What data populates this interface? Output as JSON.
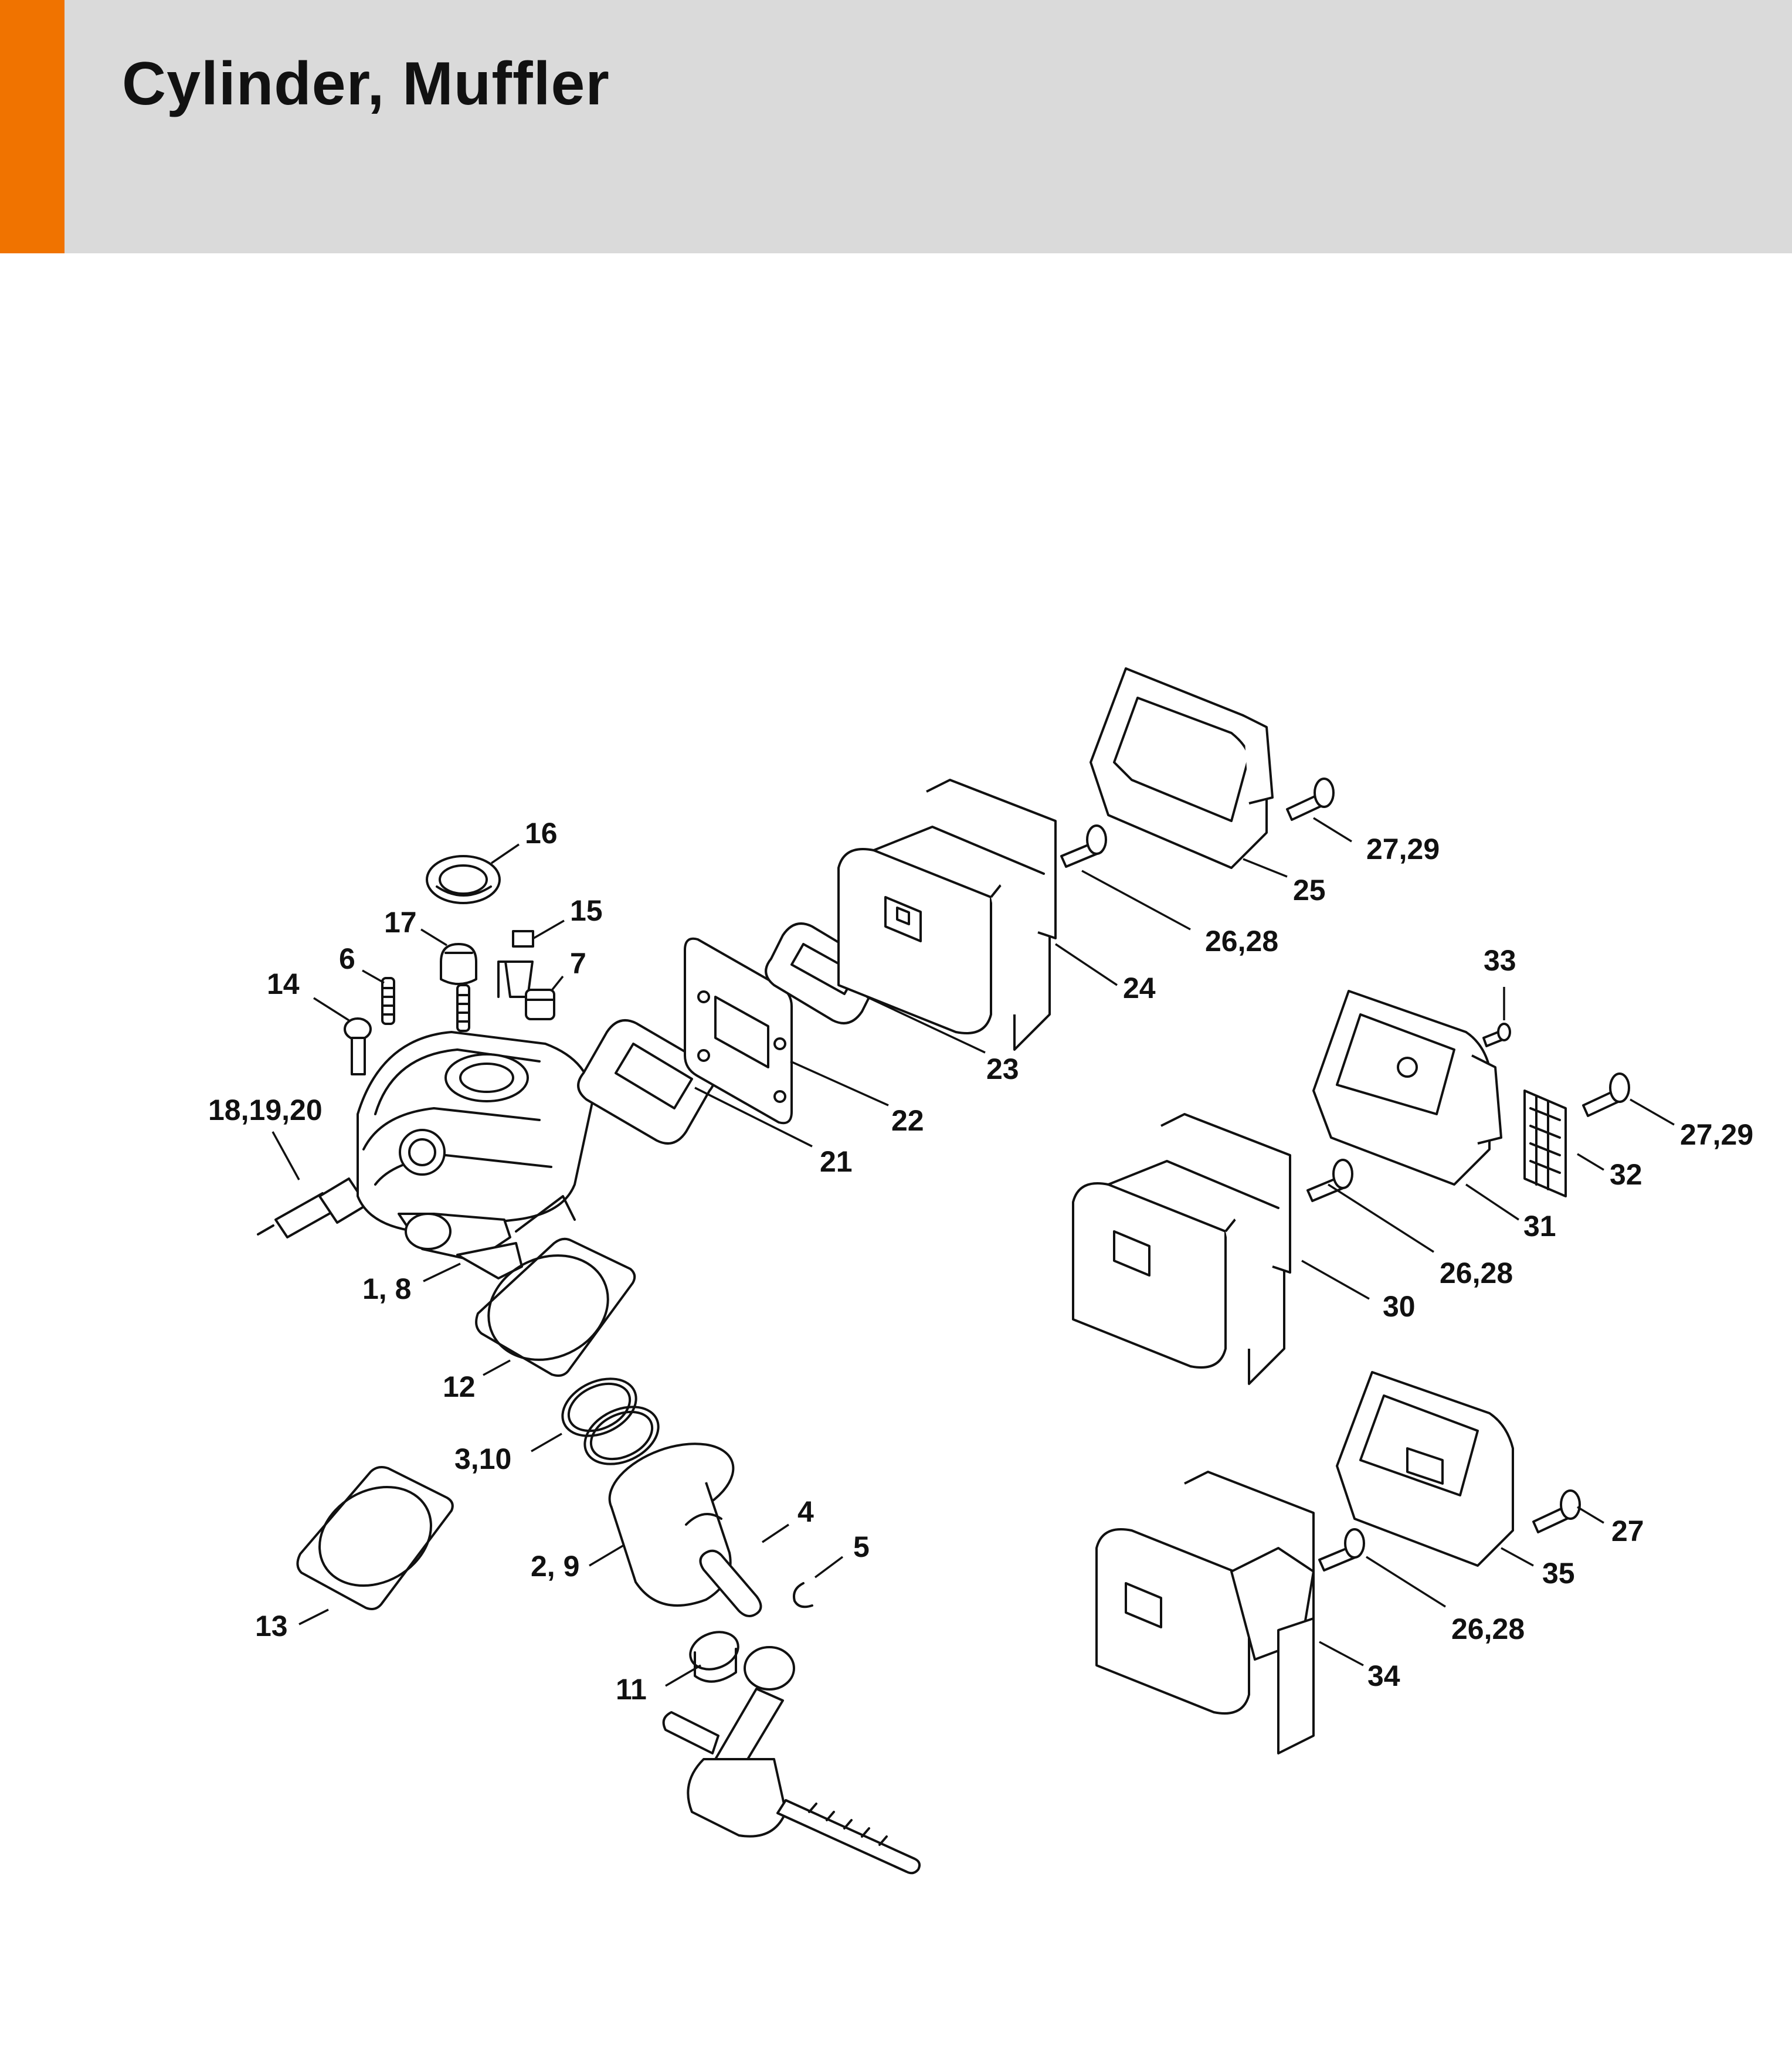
{
  "header": {
    "title": "Cylinder, Muffler",
    "accent_color": "#f07300",
    "band_color": "#dadada"
  },
  "callouts": [
    {
      "id": "c16",
      "label": "16"
    },
    {
      "id": "c17",
      "label": "17"
    },
    {
      "id": "c15",
      "label": "15"
    },
    {
      "id": "c6",
      "label": "6"
    },
    {
      "id": "c7",
      "label": "7"
    },
    {
      "id": "c14",
      "label": "14"
    },
    {
      "id": "c18",
      "label": "18,19,20"
    },
    {
      "id": "c1",
      "label": "1, 8"
    },
    {
      "id": "c12",
      "label": "12"
    },
    {
      "id": "c3",
      "label": "3,10"
    },
    {
      "id": "c2",
      "label": "2, 9"
    },
    {
      "id": "c4",
      "label": "4"
    },
    {
      "id": "c5",
      "label": "5"
    },
    {
      "id": "c13",
      "label": "13"
    },
    {
      "id": "c11",
      "label": "11"
    },
    {
      "id": "c21",
      "label": "21"
    },
    {
      "id": "c22",
      "label": "22"
    },
    {
      "id": "c23",
      "label": "23"
    },
    {
      "id": "c24",
      "label": "24"
    },
    {
      "id": "c26a",
      "label": "26,28"
    },
    {
      "id": "c25",
      "label": "25"
    },
    {
      "id": "c27a",
      "label": "27,29"
    },
    {
      "id": "c33",
      "label": "33"
    },
    {
      "id": "c27b",
      "label": "27,29"
    },
    {
      "id": "c32",
      "label": "32"
    },
    {
      "id": "c31",
      "label": "31"
    },
    {
      "id": "c26b",
      "label": "26,28"
    },
    {
      "id": "c30",
      "label": "30"
    },
    {
      "id": "c27c",
      "label": "27"
    },
    {
      "id": "c35",
      "label": "35"
    },
    {
      "id": "c26c",
      "label": "26,28"
    },
    {
      "id": "c34",
      "label": "34"
    }
  ]
}
